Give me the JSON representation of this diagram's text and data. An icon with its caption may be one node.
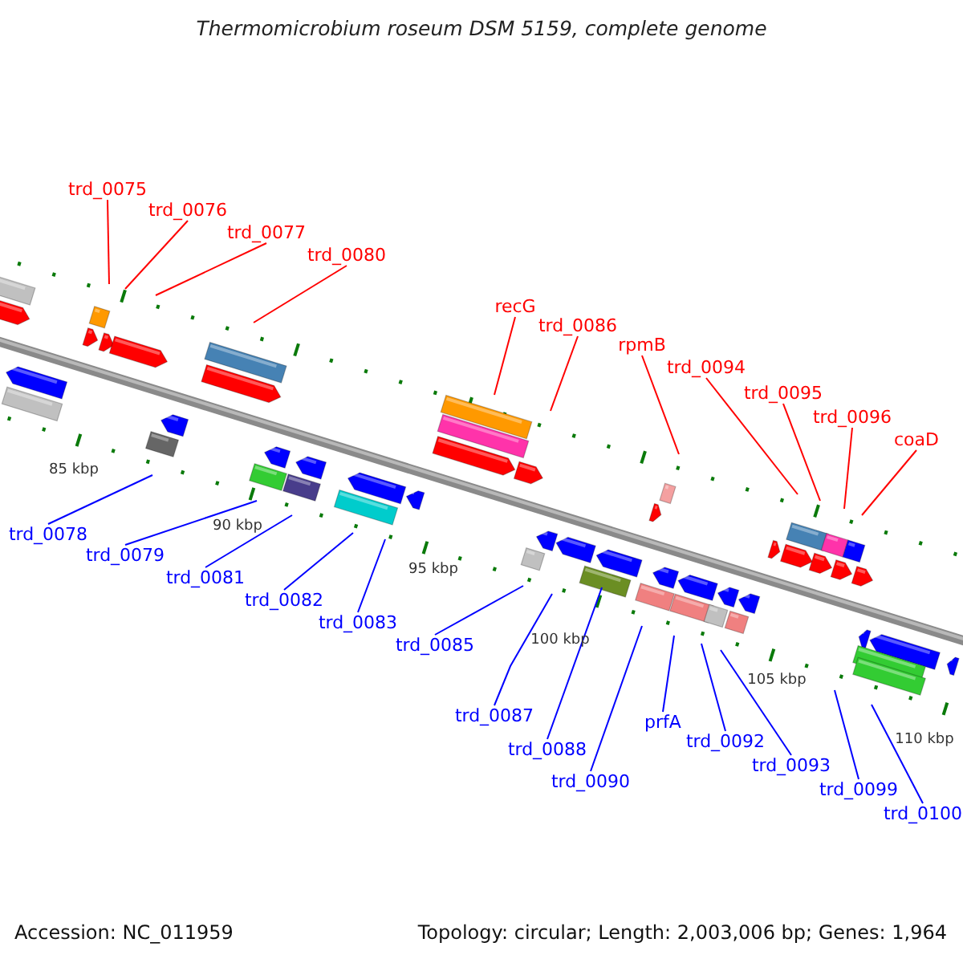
{
  "diagram": {
    "title": "Thermomicrobium roseum DSM 5159, complete genome",
    "nodes": [
      {
        "text": [
          "trd_0075"
        ]
      },
      {
        "text": [
          "trd_0076"
        ]
      },
      {
        "text": [
          "trd_0077"
        ]
      },
      {
        "text": [
          "trd_0080"
        ]
      },
      {
        "text": [
          "recG"
        ]
      },
      {
        "text": [
          "trd_0086"
        ]
      },
      {
        "text": [
          "rpmB"
        ]
      },
      {
        "text": [
          "trd_0094"
        ]
      },
      {
        "text": [
          "trd_0095"
        ]
      },
      {
        "text": [
          "trd_0096"
        ]
      },
      {
        "text": [
          "coaD"
        ]
      },
      {
        "text": [
          "trd_0078"
        ]
      },
      {
        "text": [
          "trd_0079"
        ]
      },
      {
        "text": [
          "trd_0081"
        ]
      },
      {
        "text": [
          "trd_0082"
        ]
      },
      {
        "text": [
          "trd_0083"
        ]
      },
      {
        "text": [
          "trd_0085"
        ]
      },
      {
        "text": [
          "trd_0087"
        ]
      },
      {
        "text": [
          "trd_0088"
        ]
      },
      {
        "text": [
          "trd_0090"
        ]
      },
      {
        "text": [
          "prfA"
        ]
      },
      {
        "text": [
          "trd_0092"
        ]
      },
      {
        "text": [
          "trd_0093"
        ]
      },
      {
        "text": [
          "trd_0099"
        ]
      },
      {
        "text": [
          "trd_0100"
        ]
      }
    ],
    "edges": [
      {
        "from": 0,
        "to": null,
        "arrow": "none",
        "color": "#ff0000"
      },
      {
        "from": 1,
        "to": null,
        "arrow": "none",
        "color": "#ff0000"
      },
      {
        "from": 2,
        "to": null,
        "arrow": "none",
        "color": "#ff0000"
      },
      {
        "from": 3,
        "to": null,
        "arrow": "none",
        "color": "#ff0000"
      },
      {
        "from": 4,
        "to": null,
        "arrow": "none",
        "color": "#ff0000"
      },
      {
        "from": 5,
        "to": null,
        "arrow": "none",
        "color": "#ff0000"
      },
      {
        "from": 6,
        "to": null,
        "arrow": "none",
        "color": "#ff0000"
      },
      {
        "from": 7,
        "to": null,
        "arrow": "none",
        "color": "#ff0000"
      },
      {
        "from": 8,
        "to": null,
        "arrow": "none",
        "color": "#ff0000"
      },
      {
        "from": 9,
        "to": null,
        "arrow": "none",
        "color": "#ff0000"
      },
      {
        "from": 10,
        "to": null,
        "arrow": "none",
        "color": "#ff0000"
      },
      {
        "from": 11,
        "to": null,
        "arrow": "none"
      },
      {
        "from": 12,
        "to": null,
        "arrow": "none"
      },
      {
        "from": 13,
        "to": null,
        "arrow": "none"
      },
      {
        "from": 14,
        "to": null,
        "arrow": "none"
      },
      {
        "from": 15,
        "to": null,
        "arrow": "none"
      },
      {
        "from": 16,
        "to": null,
        "arrow": "none"
      },
      {
        "from": 17,
        "to": null,
        "arrow": "none"
      },
      {
        "from": 18,
        "to": null,
        "arrow": "none"
      },
      {
        "from": 19,
        "to": null,
        "arrow": "none"
      },
      {
        "from": 20,
        "to": null,
        "arrow": "none"
      },
      {
        "from": 21,
        "to": null,
        "arrow": "none"
      },
      {
        "from": 22,
        "to": null,
        "arrow": "none"
      },
      {
        "from": 23,
        "to": null,
        "arrow": "none"
      },
      {
        "from": 24,
        "to": null,
        "arrow": "none"
      }
    ],
    "labels": [
      "85 kbp",
      "90 kbp",
      "95 kbp",
      "100 kbp",
      "105 kbp",
      "110 kbp",
      "Accession: NC_011959",
      "Topology: circular; Length: 2,003,006 bp; Genes: 1,964"
    ]
  }
}
